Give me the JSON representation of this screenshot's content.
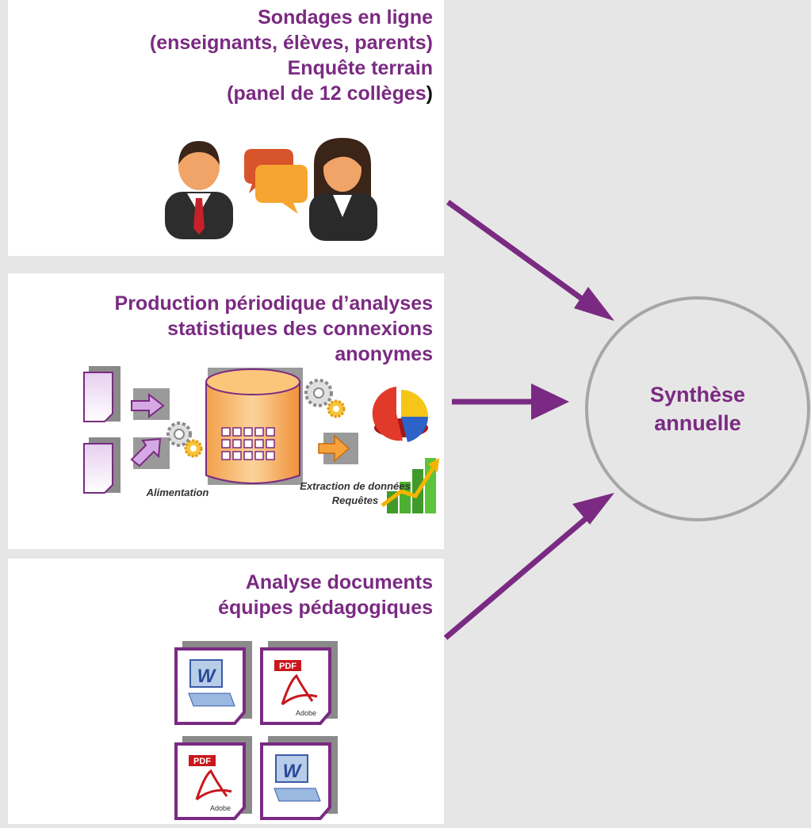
{
  "panel1": {
    "lines": [
      "Sondages en ligne",
      "(enseignants, élèves, parents)",
      "Enquête terrain"
    ],
    "last_line": "(panel de 12 collèges",
    "last_paren": ")"
  },
  "panel2": {
    "lines": [
      "Production périodique d’analyses",
      "statistiques des connexions",
      "anonymes"
    ],
    "label_feed": "Alimentation",
    "label_extract": "Extraction de données",
    "label_queries": "Requêtes"
  },
  "panel3": {
    "lines": [
      "Analyse documents",
      "équipes pédagogiques"
    ],
    "pdf_label": "PDF",
    "adobe_label": "Adobe"
  },
  "synthesis": {
    "line1": "Synthèse",
    "line2": "annuelle"
  },
  "colors": {
    "accent": "#7a2a82",
    "background": "#e6e6e6",
    "panel": "#ffffff",
    "circle": "#a6a6a6"
  }
}
